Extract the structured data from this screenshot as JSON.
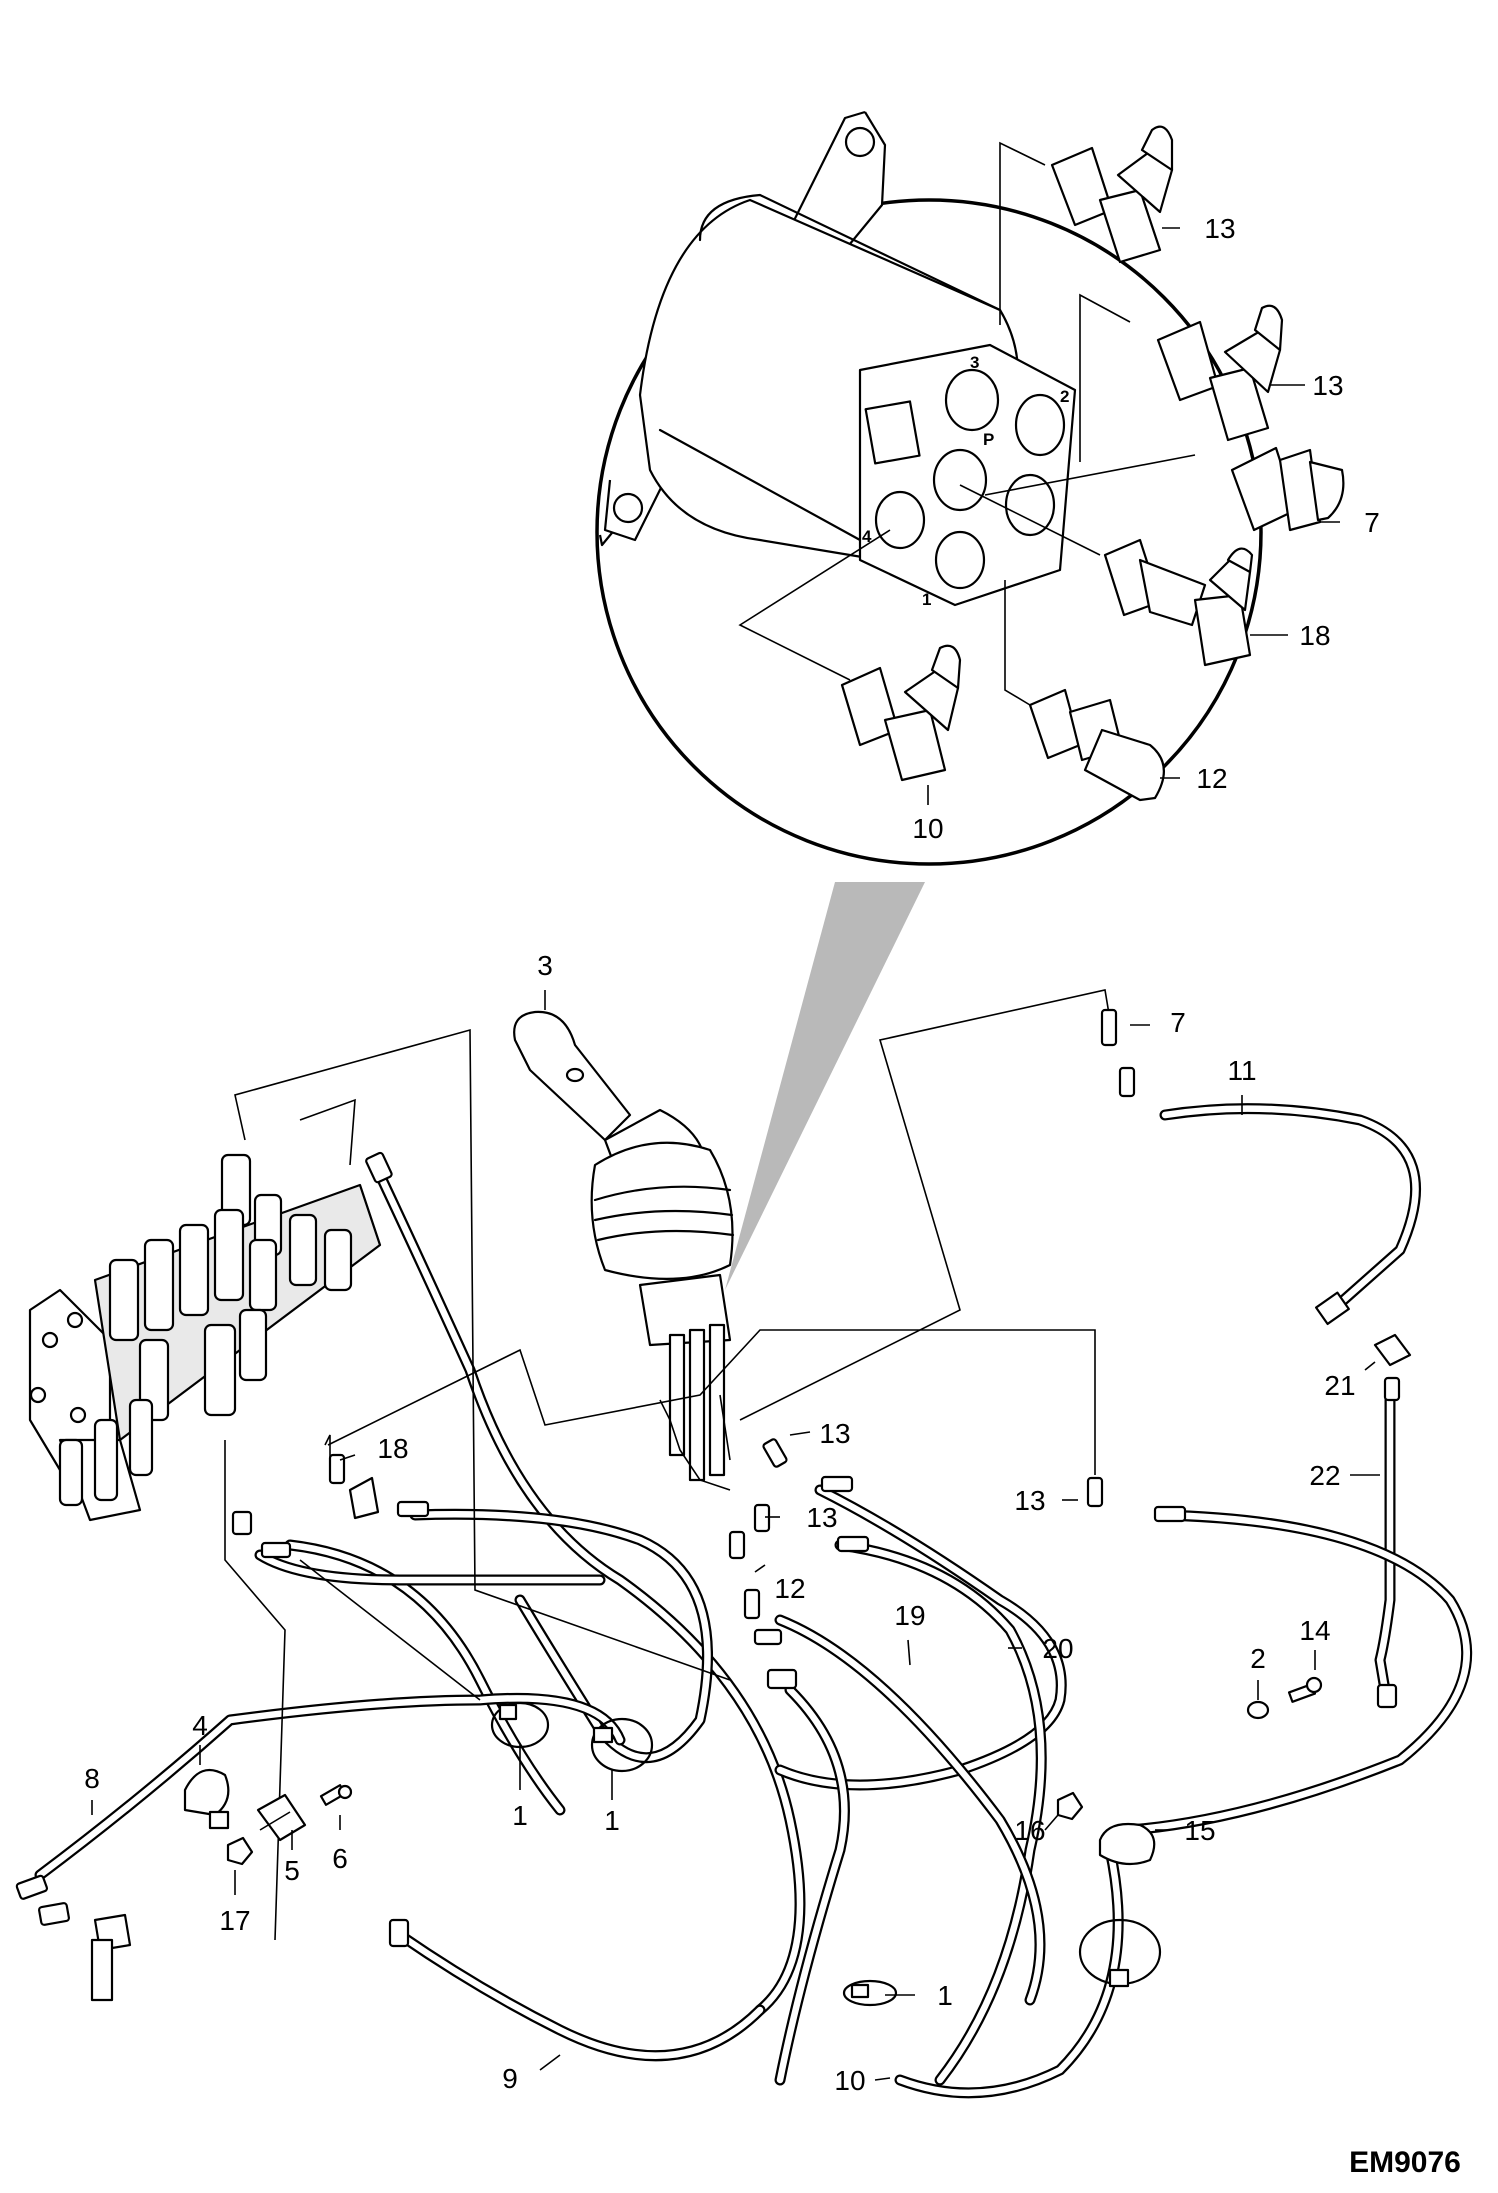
{
  "diagram": {
    "code": "EM9076",
    "port_marks": [
      "3",
      "2",
      "P",
      "4",
      "1"
    ],
    "callouts": [
      {
        "id": "c-detail-13a",
        "text": "13"
      },
      {
        "id": "c-detail-13b",
        "text": "13"
      },
      {
        "id": "c-detail-7",
        "text": "7"
      },
      {
        "id": "c-detail-18",
        "text": "18"
      },
      {
        "id": "c-detail-10",
        "text": "10"
      },
      {
        "id": "c-detail-12",
        "text": "12"
      },
      {
        "id": "c-3",
        "text": "3"
      },
      {
        "id": "c-7",
        "text": "7"
      },
      {
        "id": "c-11",
        "text": "11"
      },
      {
        "id": "c-21",
        "text": "21"
      },
      {
        "id": "c-22",
        "text": "22"
      },
      {
        "id": "c-18",
        "text": "18"
      },
      {
        "id": "c-13a",
        "text": "13"
      },
      {
        "id": "c-13b",
        "text": "13"
      },
      {
        "id": "c-13c",
        "text": "13"
      },
      {
        "id": "c-12",
        "text": "12"
      },
      {
        "id": "c-19",
        "text": "19"
      },
      {
        "id": "c-20",
        "text": "20"
      },
      {
        "id": "c-4",
        "text": "4"
      },
      {
        "id": "c-8",
        "text": "8"
      },
      {
        "id": "c-6",
        "text": "6"
      },
      {
        "id": "c-5",
        "text": "5"
      },
      {
        "id": "c-17",
        "text": "17"
      },
      {
        "id": "c-1a",
        "text": "1"
      },
      {
        "id": "c-1b",
        "text": "1"
      },
      {
        "id": "c-1c",
        "text": "1"
      },
      {
        "id": "c-2",
        "text": "2"
      },
      {
        "id": "c-14",
        "text": "14"
      },
      {
        "id": "c-16",
        "text": "16"
      },
      {
        "id": "c-15",
        "text": "15"
      },
      {
        "id": "c-9",
        "text": "9"
      },
      {
        "id": "c-10",
        "text": "10"
      }
    ]
  }
}
